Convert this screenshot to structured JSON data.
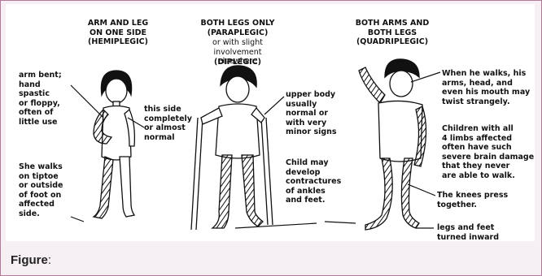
{
  "headings": {
    "hemiplegic": "ARM AND LEG\nON ONE SIDE\n(HEMIPLEGIC)",
    "paraplegic_title": "BOTH LEGS ONLY\n(PARAPLEGIC)",
    "paraplegic_sub": "or with slight\ninvolvement elsewhere",
    "diplegic": "(DIPLEGIC)",
    "quadriplegic": "BOTH ARMS AND\nBOTH LEGS\n(QUADRIPLEGIC)"
  },
  "labels": {
    "arm_bent": "arm bent;\nhand\nspastic\nor floppy,\noften of\nlittle use",
    "this_side": "this side\ncompletely\nor almost\nnormal",
    "tiptoe": "She walks\non tiptoe\nor outside\nof foot on\naffected\nside.",
    "upper_body": "upper body\nusually\nnormal or\nwith very\nminor signs",
    "contractures": "Child may\ndevelop\ncontractures\nof ankles\nand feet.",
    "twist": "When he walks, his\narms, head, and\neven his mouth may\ntwist strangely.",
    "severe": "Children with all\n4 limbs affected\noften have such\nsevere brain damage\nthat they never\nare able to walk.",
    "knees": "The knees press\ntogether.",
    "inward": "legs and feet\nturned inward"
  },
  "caption": {
    "label": "Figure",
    "punct": ":"
  }
}
